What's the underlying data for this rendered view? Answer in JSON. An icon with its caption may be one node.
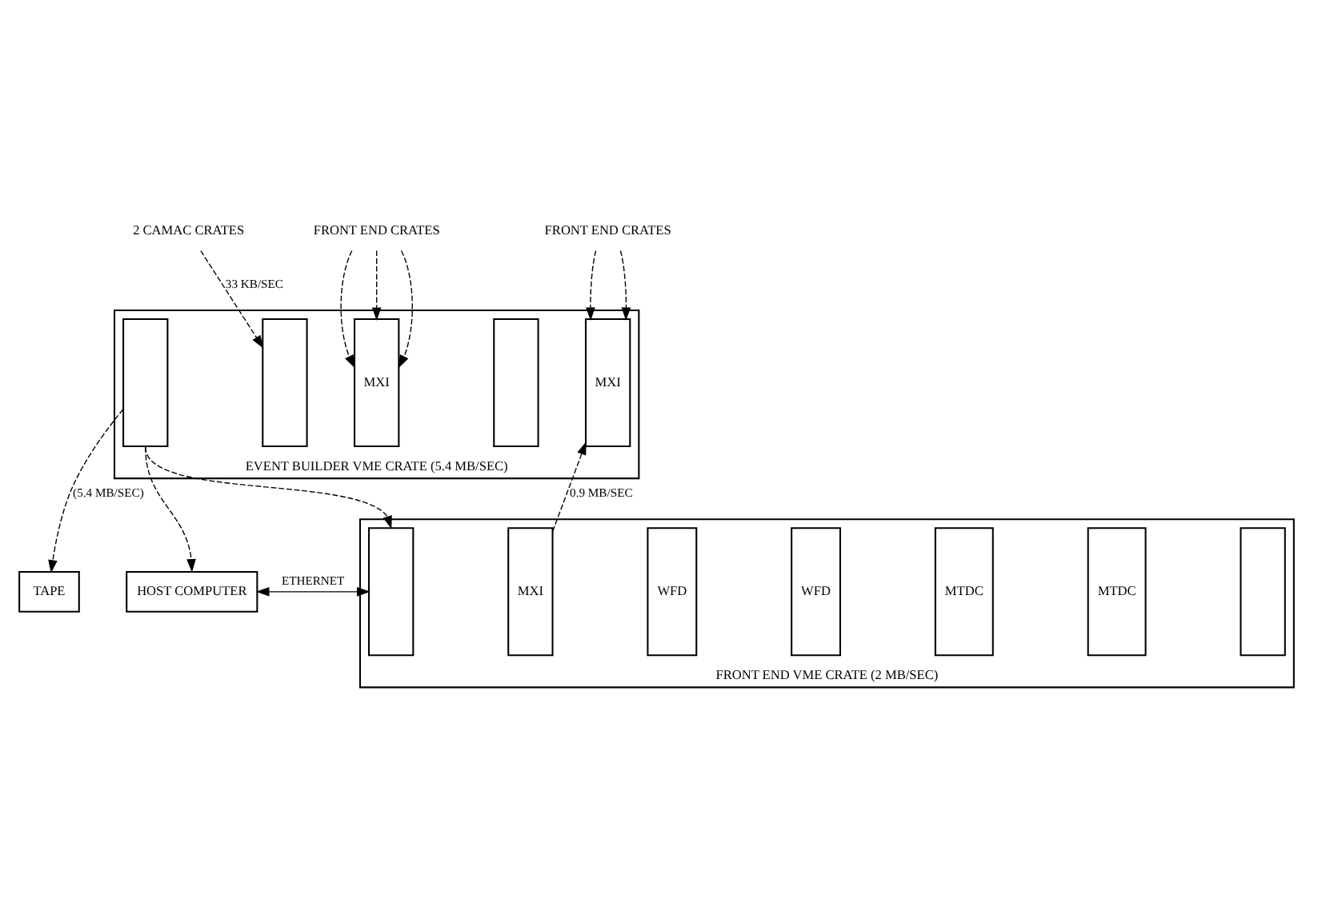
{
  "diagram": {
    "nodes": [
      {
        "text": [
          "2 CAMAC CRATES"
        ]
      },
      {
        "text": [
          "TAPE"
        ]
      },
      {
        "text": [
          "EVENT BUILDER VME CRATE (5.4 MB/SEC)"
        ]
      },
      {
        "text": [],
        "shape": "box",
        "in": 2
      },
      {
        "text": [],
        "shape": "box",
        "in": 2
      },
      {
        "text": [
          "MXI"
        ],
        "in": 2
      },
      {
        "text": [
          "MXI"
        ],
        "in": 2
      },
      {
        "text": [],
        "shape": "box",
        "in": 2
      },
      {
        "text": [
          "FRONT END CRATES"
        ]
      },
      {
        "text": [
          "FRONT END CRATES"
        ]
      },
      {
        "text": [
          "HOST COMPUTER"
        ]
      },
      {
        "text": [
          "FRONT END VME CRATE (2 MB/SEC)"
        ]
      },
      {
        "text": [],
        "shape": "box",
        "in": 11
      },
      {
        "text": [
          "MXI"
        ],
        "in": 11
      },
      {
        "text": [
          "WFD"
        ],
        "in": 11
      },
      {
        "text": [
          "WFD"
        ],
        "in": 11
      },
      {
        "text": [
          "MTDC"
        ],
        "in": 11
      },
      {
        "text": [
          "MTDC"
        ],
        "in": 11
      },
      {
        "text": [],
        "shape": "box",
        "in": 11
      }
    ],
    "edges": [
      {
        "from": 0,
        "to": 4,
        "arrow": "to",
        "style": "dashed",
        "label": "33 KB/SEC"
      },
      {
        "from": 3,
        "to": 1,
        "arrow": "to",
        "style": "dashed",
        "label": "(5.4 MB/SEC)"
      },
      {
        "from": 8,
        "to": 6,
        "arrow": "to",
        "style": "dashed"
      },
      {
        "from": 8,
        "to": 6,
        "arrow": "to",
        "style": "dashed"
      },
      {
        "from": 8,
        "to": 6,
        "arrow": "to",
        "style": "dashed"
      },
      {
        "from": 9,
        "to": 5,
        "arrow": "to",
        "style": "dashed"
      },
      {
        "from": 9,
        "to": 5,
        "arrow": "to",
        "style": "dashed"
      },
      {
        "from": 13,
        "to": 5,
        "arrow": "to",
        "style": "dashed",
        "label": "0.9 MB/SEC"
      },
      {
        "from": 3,
        "to": 10,
        "arrow": "to",
        "style": "dashed"
      },
      {
        "from": 3,
        "to": 12,
        "arrow": "to",
        "style": "dashed"
      },
      {
        "from": 10,
        "to": 12,
        "arrow": "both",
        "label": "ETHERNET"
      }
    ]
  }
}
